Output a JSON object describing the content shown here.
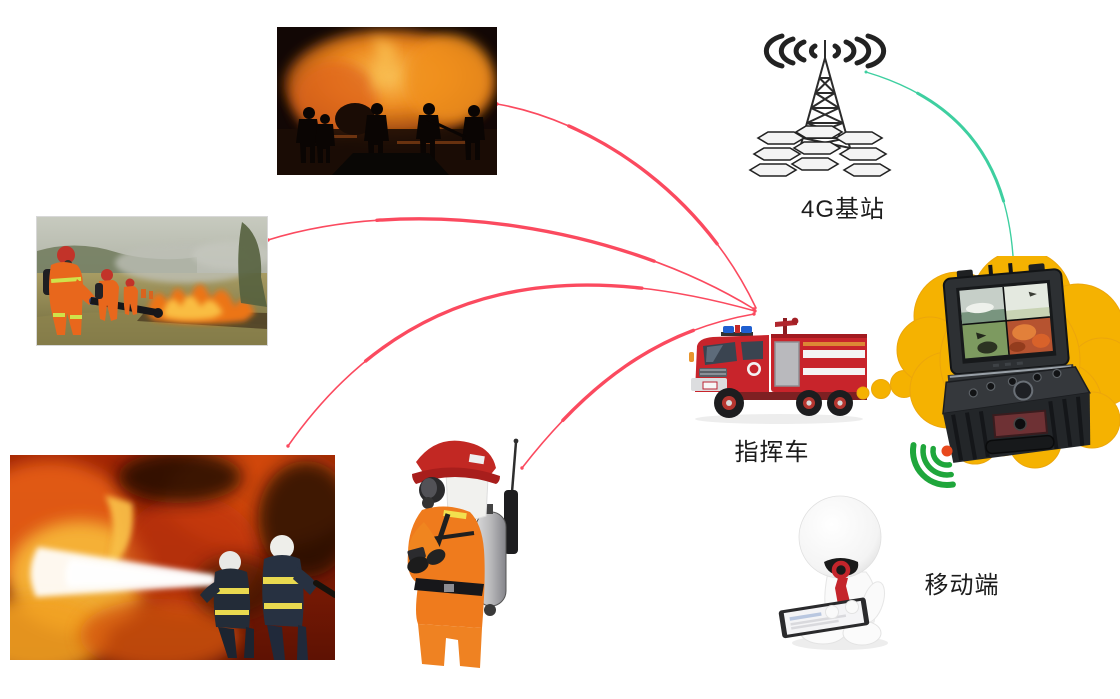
{
  "labels": {
    "base_station": "4G基站",
    "command_vehicle": "指挥车",
    "mobile_terminal": "移动端"
  },
  "images": [
    {
      "name": "fire-scene-night",
      "description": "firefighter silhouettes before large night blaze"
    },
    {
      "name": "fire-scene-grassland",
      "description": "crew in orange suits with blowers fighting grass fire"
    },
    {
      "name": "fire-scene-blaze",
      "description": "two firefighters spraying water into wall of flames"
    },
    {
      "name": "firefighter-cutout",
      "description": "firefighter with red helmet, SCBA tank and radio"
    },
    {
      "name": "cell-tower-icon",
      "description": "4G base station lattice tower with radio waves"
    },
    {
      "name": "fire-truck",
      "description": "red fire command truck"
    },
    {
      "name": "thought-cloud",
      "description": "yellow thought bubble holding rugged video terminal case"
    },
    {
      "name": "rugged-case-terminal",
      "description": "portable case with quad-view video screen"
    },
    {
      "name": "wireless-signal-icon",
      "description": "green signal arcs with red dot"
    },
    {
      "name": "figure-with-tablet",
      "description": "white 3D figure with red tie using tablet"
    }
  ],
  "connections": {
    "pink_links": [
      {
        "from": "fire-scene-night",
        "to": "command-vehicle"
      },
      {
        "from": "fire-scene-grassland",
        "to": "command-vehicle"
      },
      {
        "from": "fire-scene-blaze",
        "to": "command-vehicle"
      },
      {
        "from": "firefighter-cutout",
        "to": "command-vehicle"
      }
    ],
    "green_link": {
      "from": "base-station",
      "to": "portable-terminal"
    },
    "thought_dots": {
      "from": "command-vehicle",
      "to": "thought-cloud"
    }
  },
  "colors": {
    "link_pink": "#FB4A5F",
    "link_green": "#3ECFA0",
    "cloud_yellow": "#F5B201",
    "wifi_green": "#1FA63B",
    "wifi_dot": "#E8491D",
    "truck_red": "#C8242B",
    "label_text": "#1C1C1C"
  }
}
